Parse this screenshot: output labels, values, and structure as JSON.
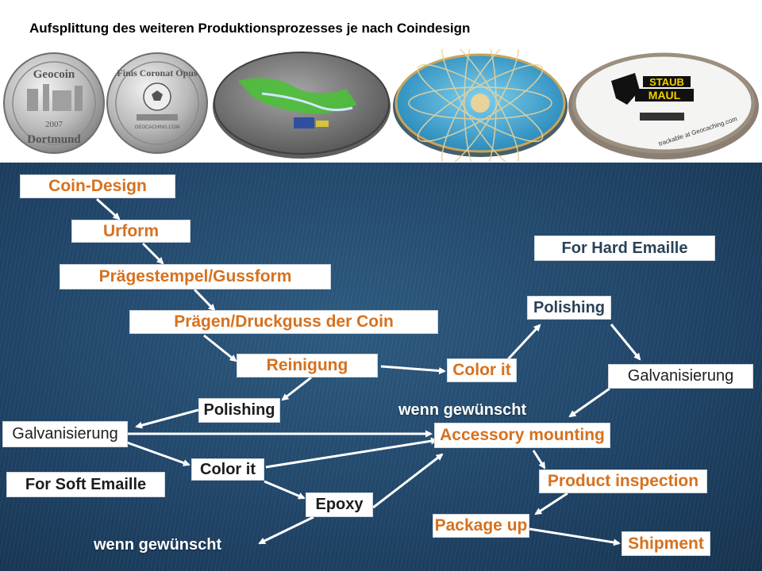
{
  "title": "Aufsplittung des weiteren Produktionsprozesses je nach Coindesign",
  "coins": [
    {
      "name": "coin-geocoin-dortmund",
      "lines": [
        "Geocoin",
        "2007",
        "Dortmund"
      ]
    },
    {
      "name": "coin-finis-coronat-opus",
      "lines": [
        "Finis Coronat Opus",
        "GEOCACHING.COM"
      ]
    },
    {
      "name": "coin-enamel-map"
    },
    {
      "name": "coin-blue-pattern"
    },
    {
      "name": "coin-staubmaul",
      "lines": [
        "STAUB",
        "MAUL",
        "trackable at Geocaching.com"
      ]
    }
  ],
  "labels": {
    "hard": "For Hard Emaille",
    "soft": "For Soft Emaille",
    "wenn1": "wenn gewünscht",
    "wenn2": "wenn gewünscht"
  },
  "nodes": {
    "coin_design": "Coin-Design",
    "urform": "Urform",
    "praegestempel": "Prägestempel/Gussform",
    "praegen": "Prägen/Druckguss der Coin",
    "reinigung": "Reinigung",
    "polishing_left": "Polishing",
    "galvan_left": "Galvanisierung",
    "color_it_left": "Color it",
    "epoxy": "Epoxy",
    "color_it_right": "Color it",
    "polishing_right": "Polishing",
    "galvan_right": "Galvanisierung",
    "accessory": "Accessory mounting",
    "inspection": "Product inspection",
    "package": "Package up",
    "shipment": "Shipment"
  }
}
